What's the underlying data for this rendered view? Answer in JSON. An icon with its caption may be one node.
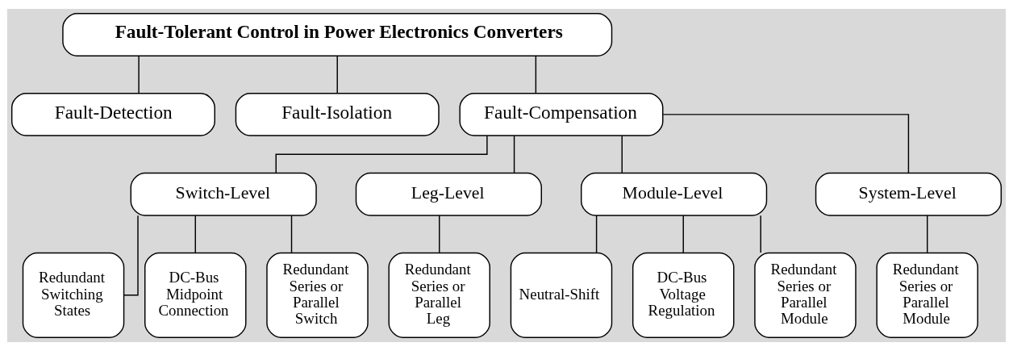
{
  "diagram": {
    "nodes": [
      {
        "text": [
          "Fault-Tolerant Control in Power Electronics Converters"
        ]
      },
      {
        "text": [
          "Fault-Detection"
        ]
      },
      {
        "text": [
          "Fault-Isolation"
        ]
      },
      {
        "text": [
          "Fault-Compensation"
        ]
      },
      {
        "text": [
          "Switch-Level"
        ]
      },
      {
        "text": [
          "Leg-Level"
        ]
      },
      {
        "text": [
          "Module-Level"
        ]
      },
      {
        "text": [
          "System-Level"
        ]
      },
      {
        "text": [
          "Redundant Switching States"
        ]
      },
      {
        "text": [
          "DC-Bus Midpoint Connection"
        ]
      },
      {
        "text": [
          "Redundant Series or Parallel Switch"
        ]
      },
      {
        "text": [
          "Redundant Series or Parallel Leg"
        ]
      },
      {
        "text": [
          "Neutral-Shift"
        ]
      },
      {
        "text": [
          "DC-Bus Voltage Regulation"
        ]
      },
      {
        "text": [
          "Redundant Series or Parallel Module"
        ]
      },
      {
        "text": [
          "Redundant Series or Parallel Module"
        ]
      }
    ],
    "edges": [
      {
        "from": 0,
        "to": 1,
        "arrow": "none"
      },
      {
        "from": 0,
        "to": 2,
        "arrow": "none"
      },
      {
        "from": 0,
        "to": 3,
        "arrow": "none"
      },
      {
        "from": 3,
        "to": 4,
        "arrow": "none"
      },
      {
        "from": 3,
        "to": 5,
        "arrow": "none"
      },
      {
        "from": 3,
        "to": 6,
        "arrow": "none"
      },
      {
        "from": 3,
        "to": 7,
        "arrow": "none"
      },
      {
        "from": 4,
        "to": 8,
        "arrow": "none"
      },
      {
        "from": 4,
        "to": 9,
        "arrow": "none"
      },
      {
        "from": 4,
        "to": 10,
        "arrow": "none"
      },
      {
        "from": 5,
        "to": 11,
        "arrow": "none"
      },
      {
        "from": 6,
        "to": 12,
        "arrow": "none"
      },
      {
        "from": 6,
        "to": 13,
        "arrow": "none"
      },
      {
        "from": 6,
        "to": 14,
        "arrow": "none"
      },
      {
        "from": 7,
        "to": 15,
        "arrow": "none"
      }
    ]
  }
}
